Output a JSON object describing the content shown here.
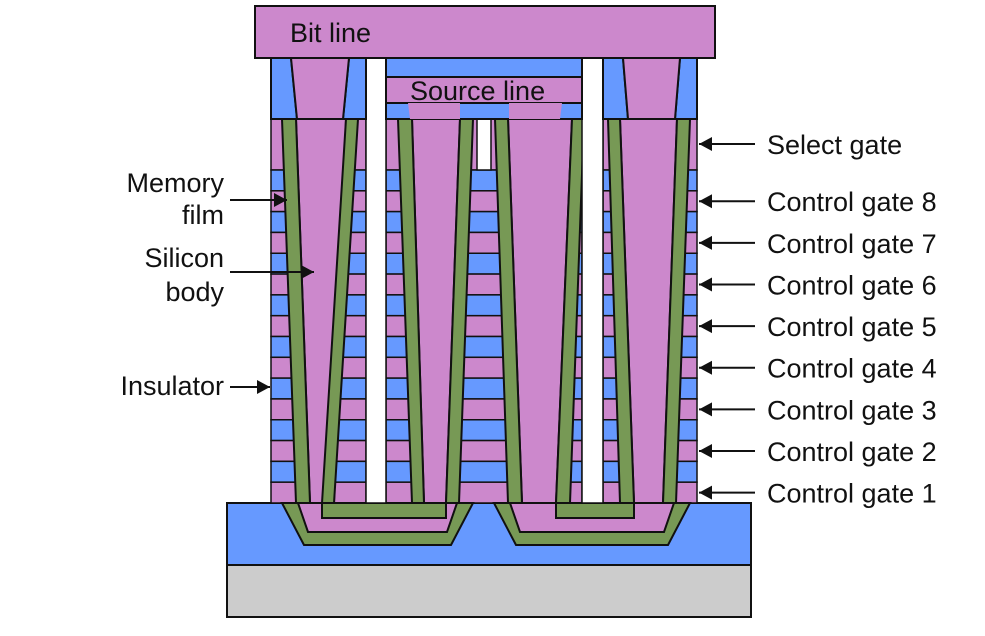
{
  "title_labels": {
    "bit_line": "Bit line",
    "source_line": "Source line"
  },
  "left_labels": [
    {
      "lines": [
        "Memory",
        "film"
      ],
      "target": "memory-film"
    },
    {
      "lines": [
        "Silicon",
        "body"
      ],
      "target": "silicon-body"
    },
    {
      "lines": [
        "Insulator"
      ],
      "target": "insulator"
    }
  ],
  "right_labels": [
    "Select gate",
    "Control gate 8",
    "Control gate 7",
    "Control gate 6",
    "Control gate 5",
    "Control gate 4",
    "Control gate 3",
    "Control gate 2",
    "Control gate 1"
  ],
  "colors": {
    "conductor_pink": "#CC88CC",
    "insulator_blue": "#6699FF",
    "memory_film_green": "#779955",
    "substrate_gray": "#CCCCCC",
    "outline": "#111111"
  },
  "structure": {
    "control_gate_count": 8,
    "select_gate_count": 1
  }
}
